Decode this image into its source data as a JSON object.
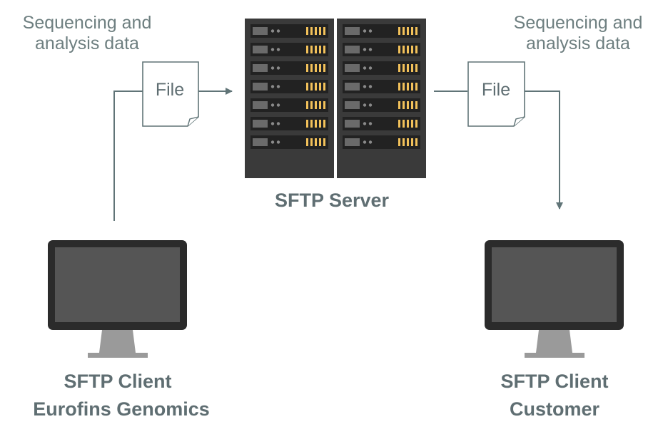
{
  "left_note": "Sequencing and\nanalysis data",
  "right_note": "Sequencing and\nanalysis data",
  "left_file": "File",
  "right_file": "File",
  "server": {
    "label": "SFTP Server"
  },
  "client_left": {
    "line1": "SFTP Client",
    "line2": "Eurofins Genomics"
  },
  "client_right": {
    "line1": "SFTP Client",
    "line2": "Customer"
  },
  "colors": {
    "text": "#5f6e72",
    "note": "#6e7f80",
    "connector": "#607477",
    "rack": "#3a3a3a",
    "rack_slot": "#222222",
    "led": "#f2c15a",
    "monitor_frame": "#2b2b2b",
    "monitor_screen": "#555555",
    "monitor_stand": "#9a9a9a"
  }
}
